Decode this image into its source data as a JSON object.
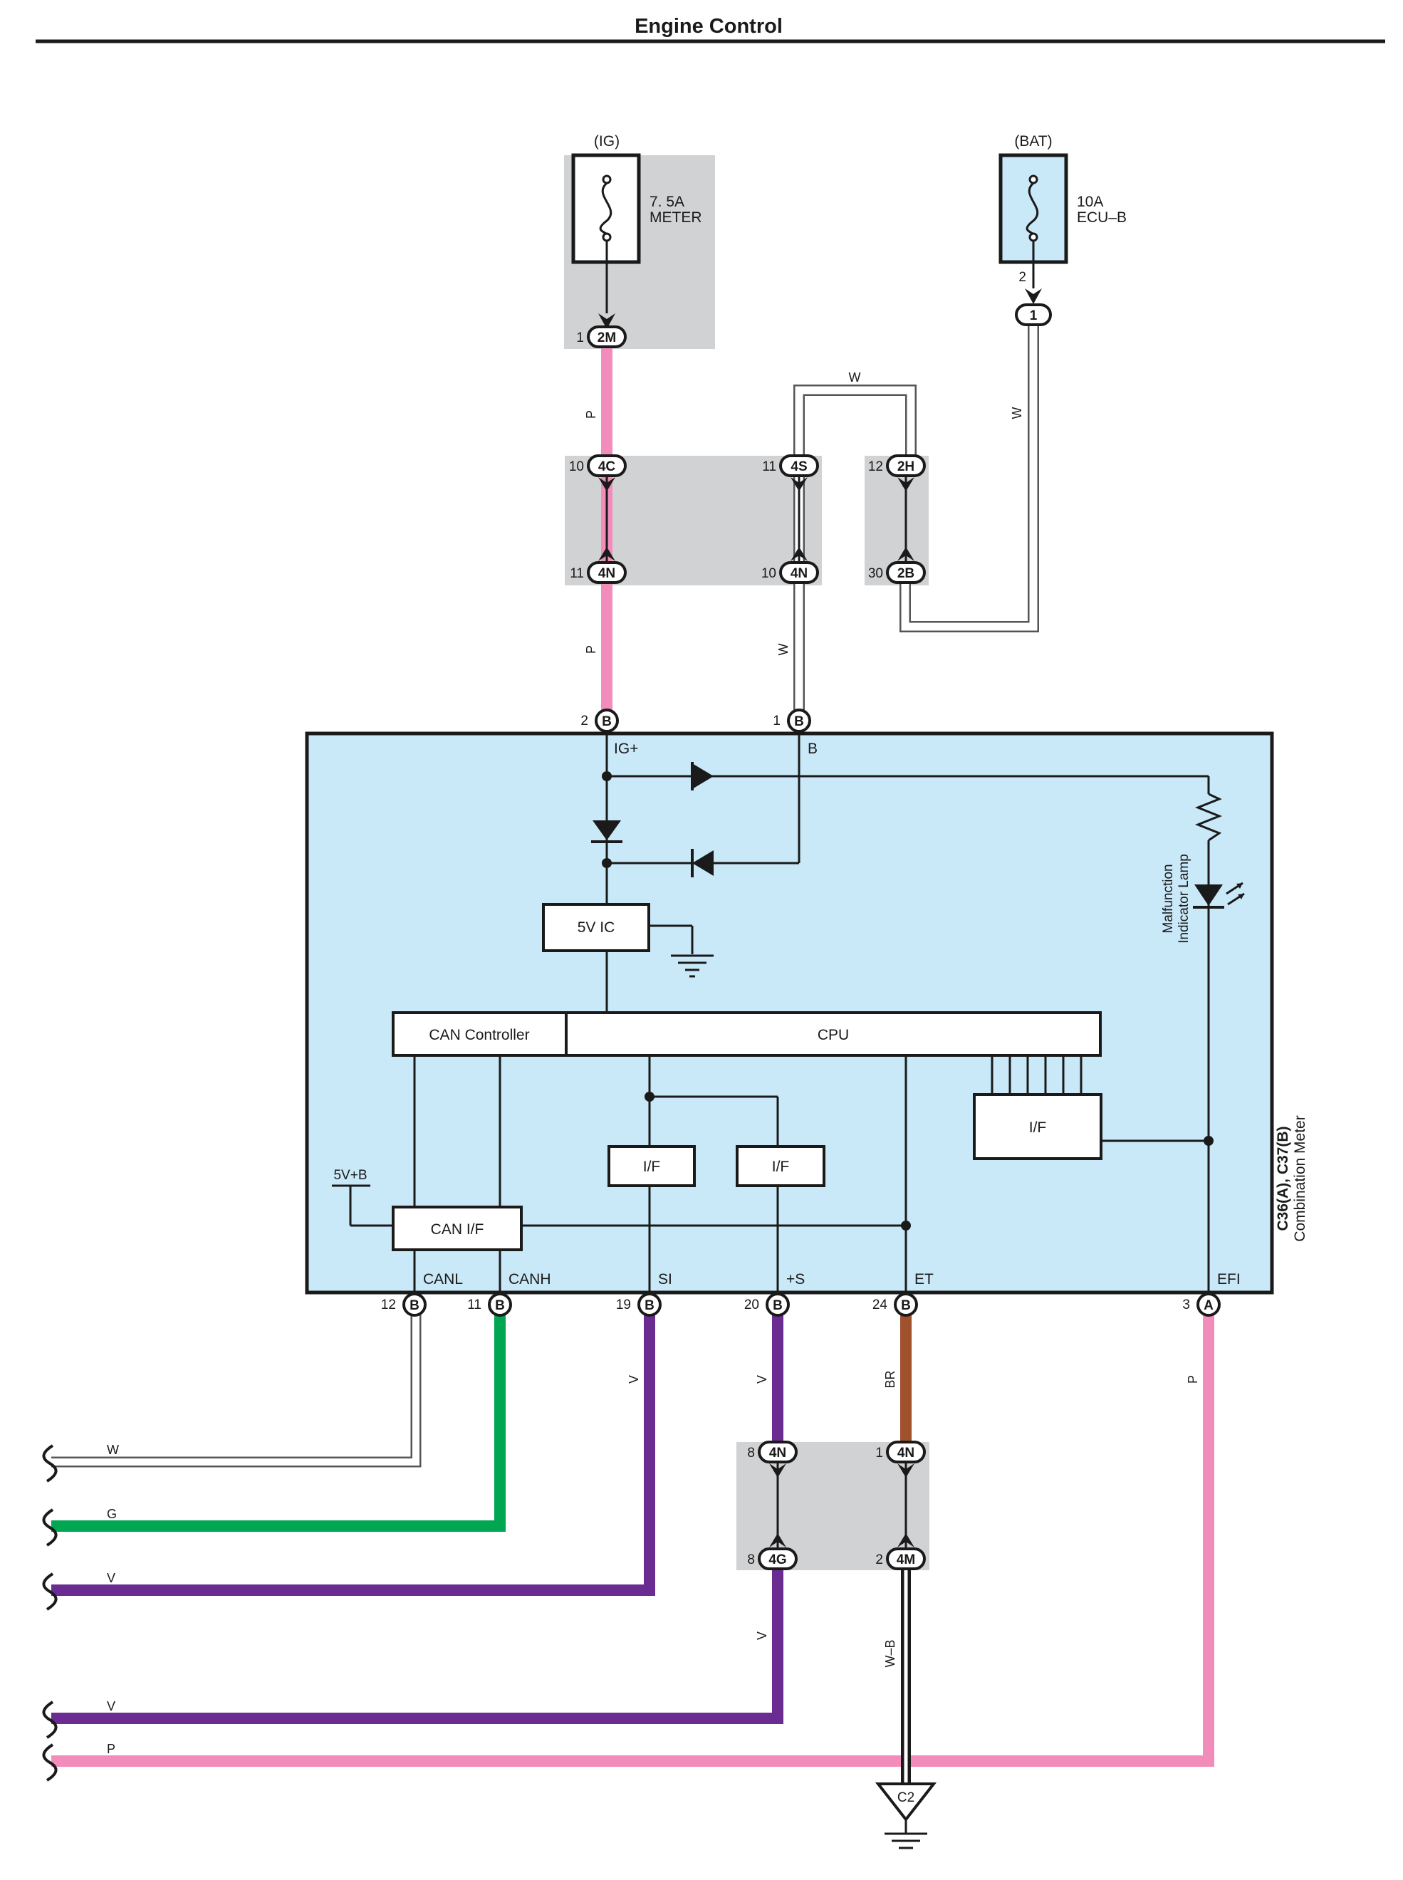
{
  "title": "Engine Control",
  "colors": {
    "pink": "#f28cbb",
    "green": "#00a651",
    "violet": "#6a2c91",
    "brown": "#a0522d",
    "white_wire": "#ffffff",
    "ecu_fill": "#c9e8f8",
    "junction_fill": "#d1d2d4"
  },
  "fuses": {
    "ig": {
      "source": "(IG)",
      "rating": "7. 5A",
      "name": "METER",
      "pin_no": "1",
      "conn": "2M"
    },
    "bat": {
      "source": "(BAT)",
      "rating": "10A",
      "name": "ECU–B",
      "pin_no": "2",
      "conn": "1"
    }
  },
  "junction_top": {
    "c4c": {
      "pin": "10",
      "code": "4C"
    },
    "c4s": {
      "pin": "11",
      "code": "4S"
    },
    "c2h": {
      "pin": "12",
      "code": "2H"
    },
    "c4n_a": {
      "pin": "11",
      "code": "4N"
    },
    "c4n_b": {
      "pin": "10",
      "code": "4N"
    },
    "c2b": {
      "pin": "30",
      "code": "2B"
    }
  },
  "wire_labels": {
    "p1": "P",
    "p2": "P",
    "w_loop": "W",
    "w_bat": "W",
    "w_b": "W",
    "v_si": "V",
    "v_s": "V",
    "br": "BR",
    "p_efi": "P",
    "v_lower": "V",
    "wb": "W–B"
  },
  "ecu": {
    "name_line1": "C36(A), C37(B)",
    "name_line2": "Combination Meter",
    "top_pins": [
      {
        "no": "2",
        "code": "B",
        "label": "IG+"
      },
      {
        "no": "1",
        "code": "B",
        "label": "B"
      }
    ],
    "bottom_pins": [
      {
        "no": "12",
        "code": "B",
        "label": "CANL"
      },
      {
        "no": "11",
        "code": "B",
        "label": "CANH"
      },
      {
        "no": "19",
        "code": "B",
        "label": "SI"
      },
      {
        "no": "20",
        "code": "B",
        "label": "+S"
      },
      {
        "no": "24",
        "code": "B",
        "label": "ET"
      },
      {
        "no": "3",
        "code": "A",
        "label": "EFI"
      }
    ],
    "blocks": {
      "ic5v": "5V IC",
      "can_controller": "CAN Controller",
      "cpu": "CPU",
      "can_if": "CAN I/F",
      "if1": "I/F",
      "if2": "I/F",
      "if3": "I/F",
      "v5b": "5V+B"
    },
    "lamp_line1": "Malfunction",
    "lamp_line2": "Indicator Lamp"
  },
  "junction_bottom": {
    "c4n_a": {
      "pin": "8",
      "code": "4N"
    },
    "c4n_b": {
      "pin": "1",
      "code": "4N"
    },
    "c4g": {
      "pin": "8",
      "code": "4G"
    },
    "c4m": {
      "pin": "2",
      "code": "4M"
    }
  },
  "ground": "C2",
  "left_wires": [
    "W",
    "G",
    "V",
    "V",
    "P"
  ]
}
